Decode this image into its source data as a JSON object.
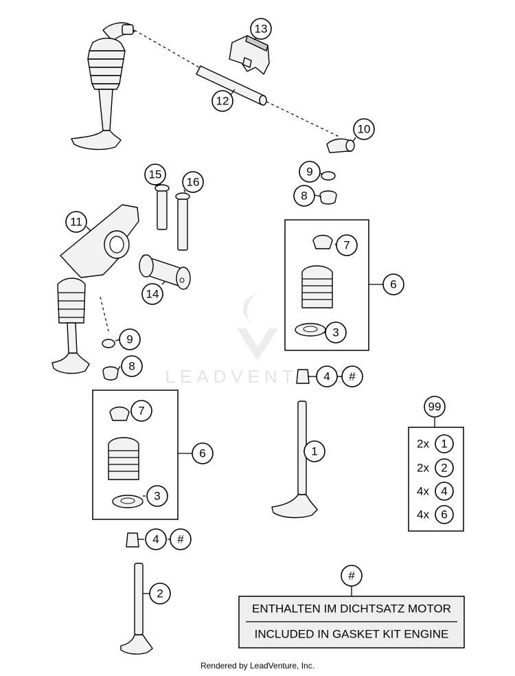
{
  "watermark": "LEADVENTURE",
  "callouts": {
    "c1": "1",
    "c2": "2",
    "c3a": "3",
    "c3b": "3",
    "c4a": "4",
    "c4b": "4",
    "c6a": "6",
    "c6b": "6",
    "c7a": "7",
    "c7b": "7",
    "c8a": "8",
    "c8b": "8",
    "c9a": "9",
    "c9b": "9",
    "c10": "10",
    "c11": "11",
    "c12": "12",
    "c13": "13",
    "c14": "14",
    "c15": "15",
    "c16": "16",
    "hashA": "#",
    "hashB": "#",
    "hashKit": "#",
    "c99": "99"
  },
  "kit_99": {
    "rows": [
      {
        "qty": "2x",
        "part": "1"
      },
      {
        "qty": "2x",
        "part": "2"
      },
      {
        "qty": "4x",
        "part": "4"
      },
      {
        "qty": "4x",
        "part": "6"
      }
    ]
  },
  "legend": {
    "line_de": "ENTHALTEN IM DICHTSATZ MOTOR",
    "line_en": "INCLUDED IN GASKET KIT ENGINE"
  },
  "footer": "Rendered by LeadVenture, Inc."
}
